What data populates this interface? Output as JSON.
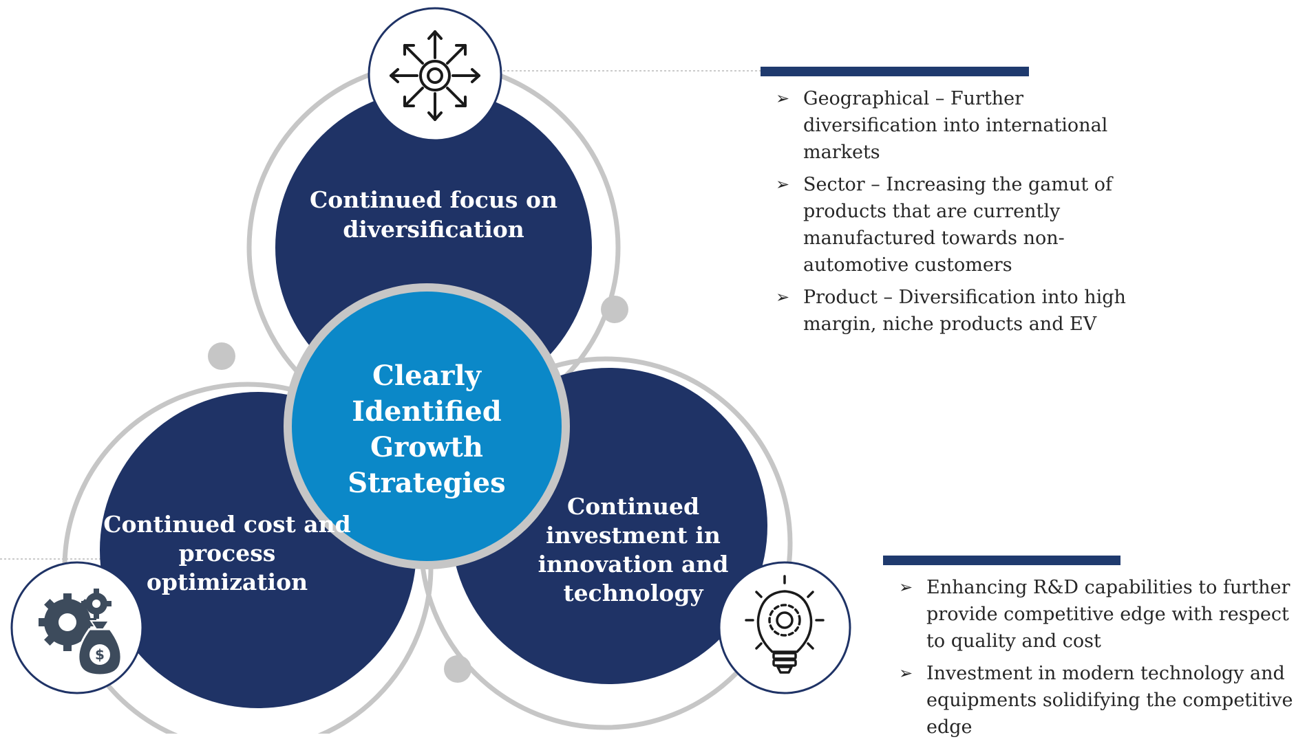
{
  "center": {
    "title": "Clearly Identified Growth Strategies"
  },
  "circles": {
    "top": "Continued focus on diversification",
    "left": "Continued cost and process optimization",
    "right": "Continued investment in innovation and technology"
  },
  "icons": {
    "top": "arrows-outward-target-icon",
    "left": "gears-money-bag-icon",
    "right": "lightbulb-gear-icon"
  },
  "colors": {
    "navy": "#1f3366",
    "center_blue": "#0b88c8",
    "arc_gray": "#c6c6c6",
    "bar_navy": "#1f3a6e"
  },
  "diversification_points": [
    "Geographical – Further diversification into international markets",
    "Sector – Increasing the gamut of products that are currently manufactured towards non-automotive customers",
    "Product – Diversification into high margin, niche products and EV"
  ],
  "innovation_points": [
    "Enhancing R&D capabilities to further provide competitive edge with respect to quality and cost",
    "Investment in modern technology and equipments solidifying the competitive edge"
  ]
}
